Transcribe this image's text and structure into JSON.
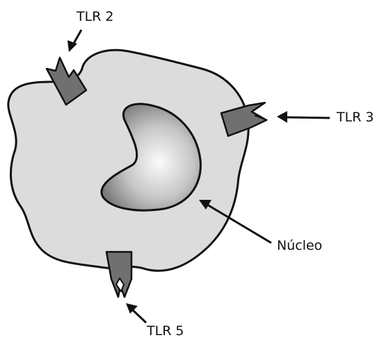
{
  "labels": {
    "tlr2": "TLR 2",
    "tlr3": "TLR 3",
    "tlr5": "TLR 5",
    "nucleus": "Núcleo"
  },
  "colors": {
    "cytoplasm": "#dcdcdc",
    "receptor": "#707070",
    "outline": "#111111",
    "nucleus_light": "#fbfbfb",
    "nucleus_dark": "#7a7a7a"
  }
}
